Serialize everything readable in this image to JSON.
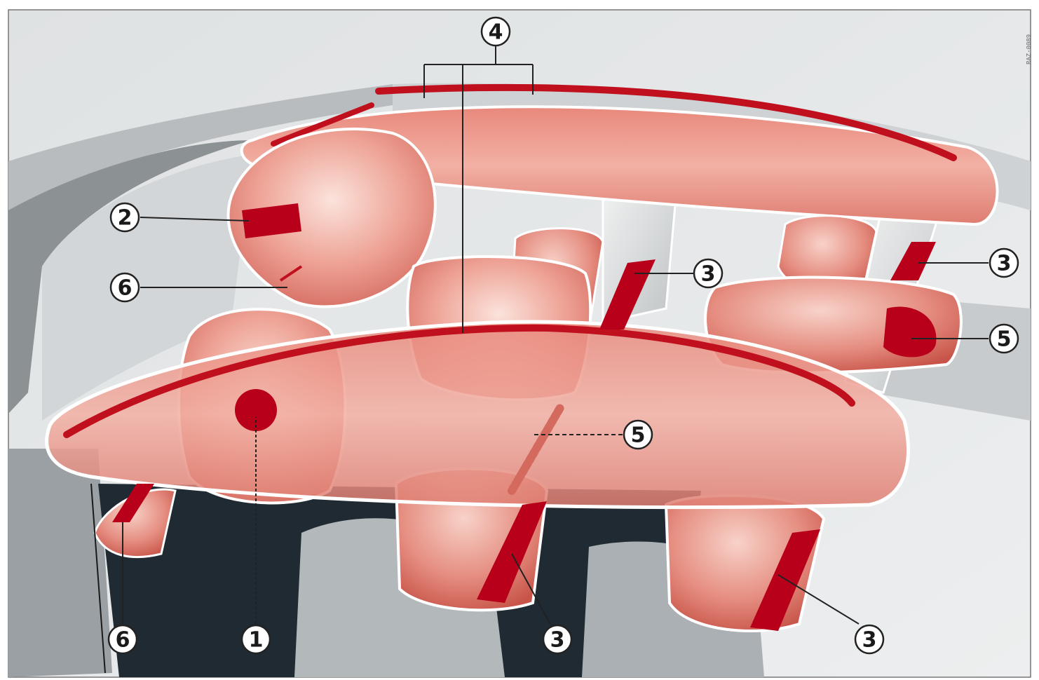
{
  "figure": {
    "reference_code": "RAZ-0089",
    "callouts": [
      {
        "id": "c4-top",
        "number": "4"
      },
      {
        "id": "c2",
        "number": "2"
      },
      {
        "id": "c6-upper",
        "number": "6"
      },
      {
        "id": "c3-center",
        "number": "3"
      },
      {
        "id": "c3-right",
        "number": "3"
      },
      {
        "id": "c5-right",
        "number": "5"
      },
      {
        "id": "c5-center",
        "number": "5"
      },
      {
        "id": "c6-lower",
        "number": "6"
      },
      {
        "id": "c1",
        "number": "1"
      },
      {
        "id": "c3-bottom-center",
        "number": "3"
      },
      {
        "id": "c3-bottom-right",
        "number": "3"
      }
    ]
  },
  "colors": {
    "airbag_light": "#f2b3a8",
    "airbag_mid": "#e27c70",
    "airbag_dark": "#c0101e",
    "module_red": "#b8001a",
    "car_grey": "#c9ccce",
    "background": "#e5e7e8",
    "callout_stroke": "#222222"
  }
}
